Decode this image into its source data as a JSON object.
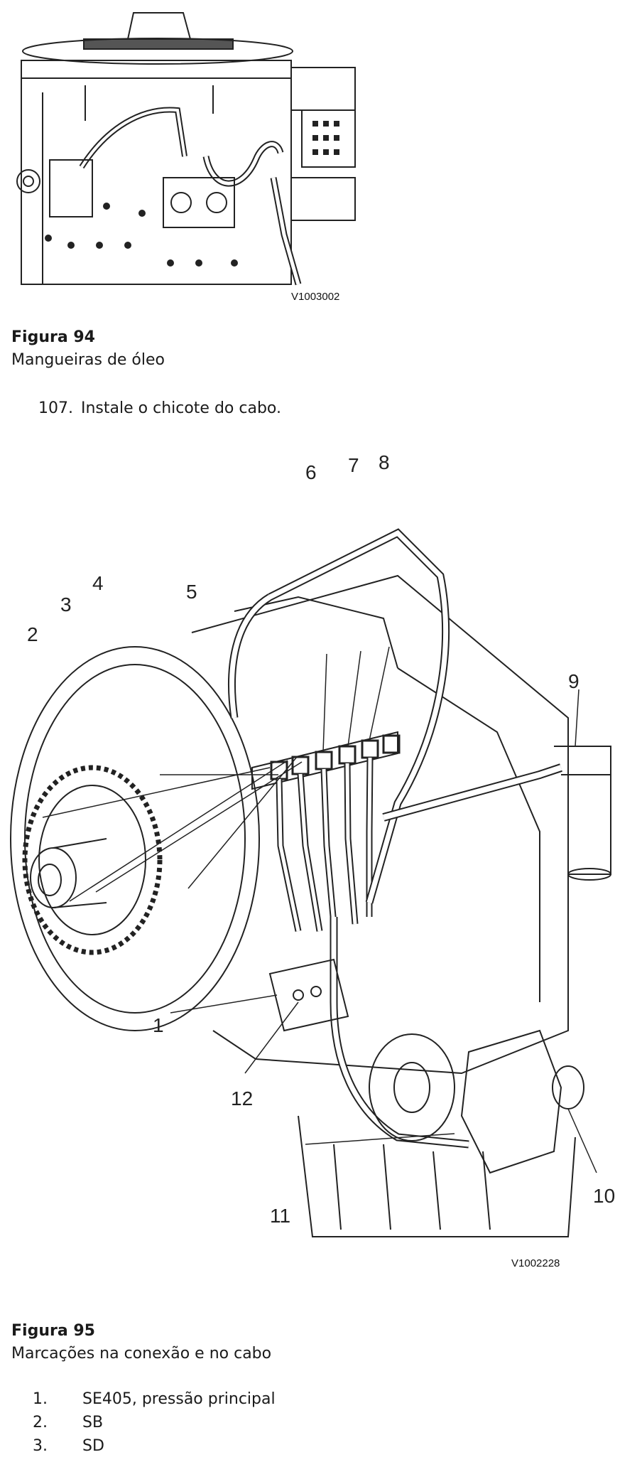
{
  "figure94": {
    "image_code": "V1003002",
    "title": "Figura 94",
    "caption": "Mangueiras de óleo"
  },
  "step": {
    "number": "107.",
    "text": "Instale o chicote do cabo."
  },
  "figure95": {
    "image_code": "V1002228",
    "title": "Figura 95",
    "caption": "Marcações na conexão e no cabo",
    "callouts": [
      "1",
      "2",
      "3",
      "4",
      "5",
      "6",
      "7",
      "8",
      "9",
      "10",
      "11",
      "12"
    ]
  },
  "legend": [
    {
      "number": "1.",
      "text": "SE405, pressão principal"
    },
    {
      "number": "2.",
      "text": "SB"
    },
    {
      "number": "3.",
      "text": "SD"
    }
  ]
}
